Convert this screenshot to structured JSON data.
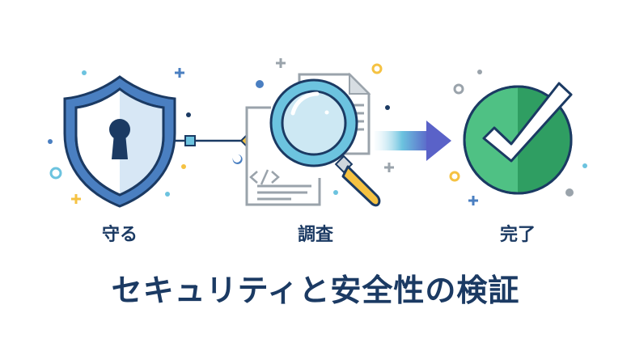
{
  "diagram": {
    "steps": [
      {
        "label": "守る",
        "icon": "shield-keyhole-icon"
      },
      {
        "label": "調査",
        "icon": "magnifier-document-icon"
      },
      {
        "label": "完了",
        "icon": "check-circle-icon"
      }
    ],
    "title": "セキュリティと安全性の検証",
    "colors": {
      "navy": "#1b3a63",
      "shield_blue": "#4a7fc1",
      "shield_light": "#d7e7f5",
      "lens_blue": "#6cc3df",
      "handle_yellow": "#f5c242",
      "check_green": "#3fb574",
      "check_green_dark": "#2f9e62",
      "arrow_start": "#cfe9f4",
      "arrow_end": "#5a62c8",
      "doc_gray": "#9aa3ab"
    }
  }
}
